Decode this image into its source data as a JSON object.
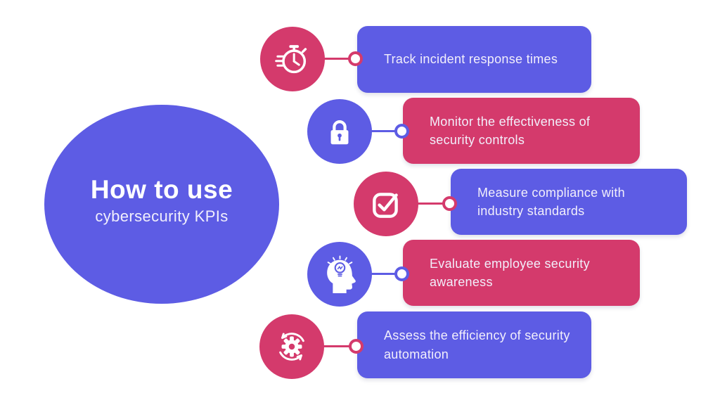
{
  "title": {
    "heading": "How to use",
    "subheading": "cybersecurity KPIs"
  },
  "colors": {
    "purple": "#5d5ce4",
    "pink": "#d43a6c",
    "background": "#ffffff",
    "box_text": "#f2effb"
  },
  "items": [
    {
      "label": "Track incident response times",
      "icon": "stopwatch-icon",
      "circle_color": "pink",
      "box_color": "purple"
    },
    {
      "label": "Monitor the effectiveness of security controls",
      "icon": "padlock-icon",
      "circle_color": "purple",
      "box_color": "pink"
    },
    {
      "label": "Measure compliance with industry standards",
      "icon": "checkbox-check-icon",
      "circle_color": "pink",
      "box_color": "purple"
    },
    {
      "label": "Evaluate employee security awareness",
      "icon": "head-lightbulb-icon",
      "circle_color": "purple",
      "box_color": "pink"
    },
    {
      "label": "Assess the efficiency of security automation",
      "icon": "gear-sync-icon",
      "circle_color": "pink",
      "box_color": "purple"
    }
  ]
}
